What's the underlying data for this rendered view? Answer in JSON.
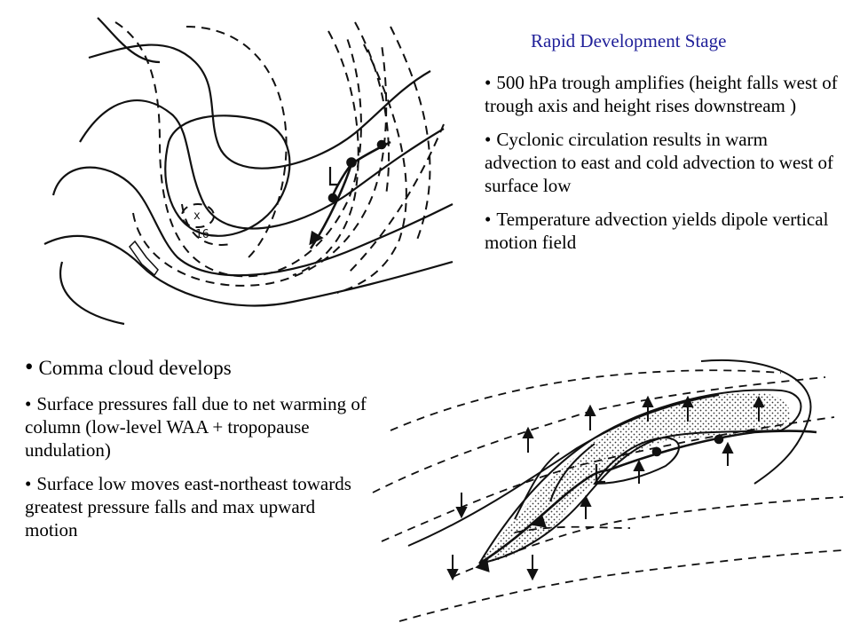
{
  "stage_title": "Rapid Development Stage",
  "top_bullets": [
    "500 hPa trough amplifies (height falls west of trough axis and height rises downstream )",
    "Cyclonic circulation results in warm advection to east and cold advection to west of  surface low",
    "Temperature advection yields dipole vertical motion field"
  ],
  "left_bullets": [
    "Comma cloud develops",
    "Surface pressures fall due to net warming of column (low-level WAA + tropopause undulation)",
    "Surface low moves east-northeast towards greatest pressure falls and max upward motion"
  ],
  "bullet_char": "•",
  "map_labels": {
    "low_marker": "x",
    "low_value": "16"
  },
  "colors": {
    "title": "#1f1f99",
    "text": "#000000",
    "lines": "#111111"
  }
}
